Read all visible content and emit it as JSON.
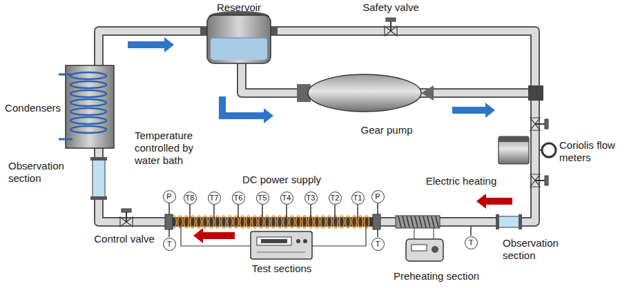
{
  "diagram": {
    "nodes": [
      {
        "text": [
          "P"
        ]
      },
      {
        "text": [
          "T8"
        ]
      },
      {
        "text": [
          "T7"
        ]
      },
      {
        "text": [
          "T6"
        ]
      },
      {
        "text": [
          "T5"
        ]
      },
      {
        "text": [
          "T4"
        ]
      },
      {
        "text": [
          "T3"
        ]
      },
      {
        "text": [
          "T2"
        ]
      },
      {
        "text": [
          "T1"
        ]
      },
      {
        "text": [
          "P"
        ]
      },
      {
        "text": [
          "T"
        ]
      },
      {
        "text": [
          "T"
        ]
      },
      {
        "text": [
          "T"
        ]
      }
    ],
    "labels": [
      "Reservoir",
      "Safety valve",
      "Condensers",
      "Temperature controlled by water bath",
      "Gear pump",
      "Coriolis flow meters",
      "DC power supply",
      "Electric heating",
      "Observation section",
      "Observation section",
      "Control valve",
      "Test sections",
      "Preheating section"
    ]
  }
}
